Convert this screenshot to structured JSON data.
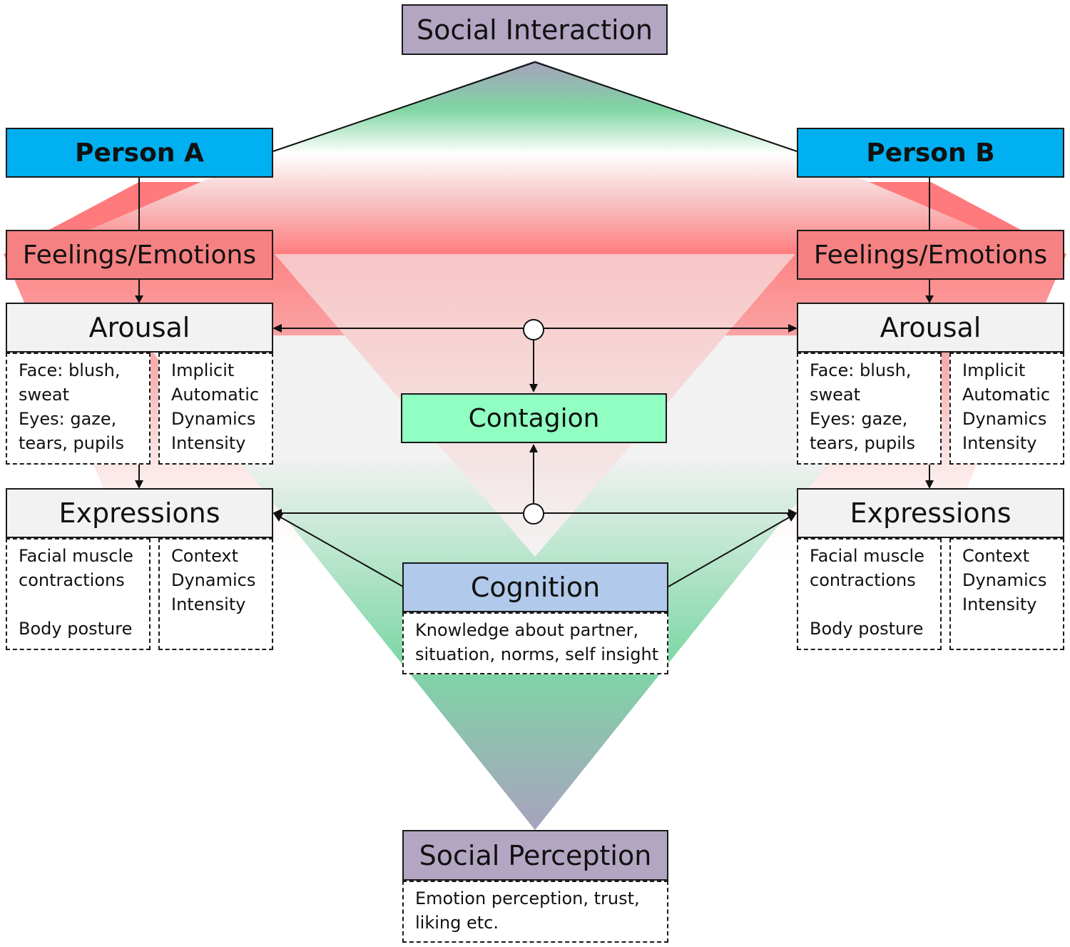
{
  "social_interaction": "Social Interaction",
  "person_a": {
    "title": "Person A",
    "feelings": "Feelings/Emotions",
    "arousal": "Arousal",
    "arousal_signs": [
      "Face: blush,",
      "sweat",
      "Eyes: gaze,",
      "tears, pupils"
    ],
    "arousal_props": [
      "Implicit",
      "Automatic",
      "Dynamics",
      "Intensity"
    ],
    "expressions": "Expressions",
    "expr_signs": [
      "Facial muscle",
      "contractions",
      "",
      "Body posture"
    ],
    "expr_props": [
      "Context",
      "Dynamics",
      "Intensity"
    ]
  },
  "person_b": {
    "title": "Person B",
    "feelings": "Feelings/Emotions",
    "arousal": "Arousal",
    "arousal_signs": [
      "Face: blush,",
      "sweat",
      "Eyes: gaze,",
      "tears, pupils"
    ],
    "arousal_props": [
      "Implicit",
      "Automatic",
      "Dynamics",
      "Intensity"
    ],
    "expressions": "Expressions",
    "expr_signs": [
      "Facial muscle",
      "contractions",
      "",
      "Body posture"
    ],
    "expr_props": [
      "Context",
      "Dynamics",
      "Intensity"
    ]
  },
  "contagion": "Contagion",
  "cognition": {
    "title": "Cognition",
    "detail": [
      "Knowledge about partner,",
      "situation, norms, self insight"
    ]
  },
  "social_perception": {
    "title": "Social Perception",
    "detail": [
      "Emotion perception, trust,",
      "liking etc."
    ]
  },
  "colors": {
    "purple": "#b3a6c3",
    "person": "#00b0f0",
    "emotion": "#f68182",
    "neutral": "#f2f2f2",
    "contagion": "#90ffc1",
    "cognition": "#b1c9ea",
    "green_band": "#7dd7a5"
  }
}
